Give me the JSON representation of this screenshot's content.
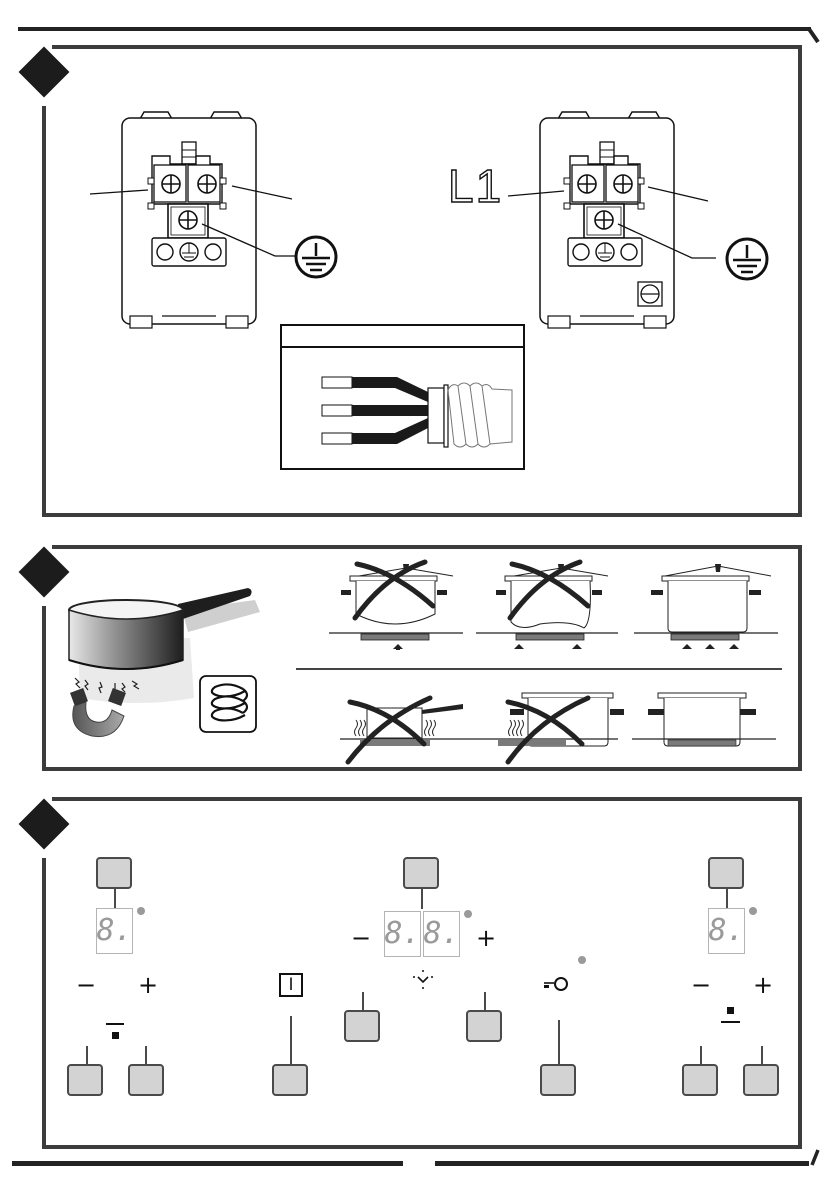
{
  "page": {
    "title": "Induction hob installation and use diagrams",
    "colors": {
      "frame": "#3c3c3c",
      "rule": "#232323",
      "key_fill": "#d3d3d3",
      "key_border": "#4a4a4a",
      "display_digit": "#9a9a9a",
      "heat_plate": "#7a7a7a",
      "led": "#9a9a9a"
    }
  },
  "section1": {
    "name": "electrical-connection",
    "terminal_blocks": [
      {
        "id": "left",
        "label": "",
        "earth_symbol": "protective-earth-icon",
        "screw_count": 3
      },
      {
        "id": "right",
        "label": "L1",
        "earth_symbol": "protective-earth-icon",
        "screw_count": 3,
        "extra_symbol": "fuse-terminal-icon"
      }
    ],
    "cable_detail": {
      "wires": 3,
      "sheath": "flexible-conduit-icon",
      "header_text": ""
    }
  },
  "section2": {
    "name": "cookware-suitability",
    "main_illustration": "saucepan-with-magnet-icon",
    "induction_symbol": "induction-coil-icon",
    "row1": [
      {
        "state": "incorrect",
        "pot_base": "convex",
        "arrows": 1
      },
      {
        "state": "incorrect",
        "pot_base": "concave",
        "arrows": 2
      },
      {
        "state": "correct",
        "pot_base": "flat",
        "arrows": 3
      }
    ],
    "row2": [
      {
        "state": "incorrect",
        "pot": "small-pot-large-zone",
        "heat": true
      },
      {
        "state": "incorrect",
        "pot": "pot-offset-from-zone",
        "heat": true
      },
      {
        "state": "correct",
        "pot": "pot-matches-zone",
        "heat": false
      }
    ]
  },
  "section3": {
    "name": "control-panel",
    "zones": [
      {
        "id": "left",
        "display": "8.",
        "minus": "−",
        "plus": "+",
        "symbol": "zone-rear-indicator"
      },
      {
        "id": "right",
        "display": "8.",
        "minus": "−",
        "plus": "+",
        "symbol": "zone-front-indicator"
      }
    ],
    "timer": {
      "display": [
        "8.",
        "8."
      ],
      "minus": "−",
      "plus": "+",
      "symbol": "timer-icon"
    },
    "power": {
      "symbol": "I"
    },
    "lock": {
      "symbol": "lock-key-icon"
    }
  }
}
